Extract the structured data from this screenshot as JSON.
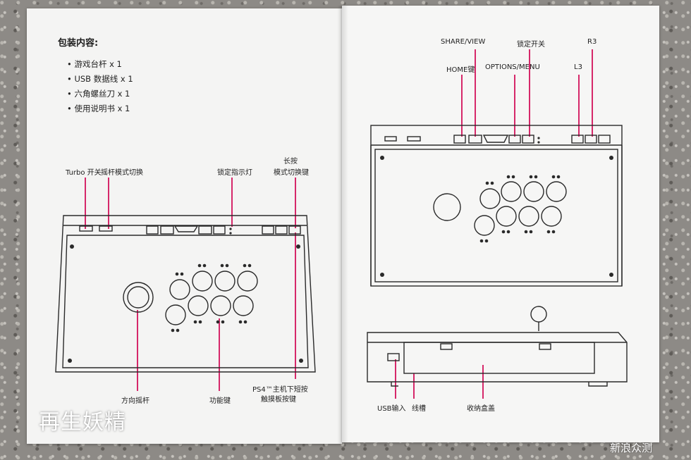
{
  "package": {
    "title": "包装内容:",
    "items": [
      "• 游戏台杆 x 1",
      "• USB 数据线 x 1",
      "• 六角螺丝刀 x 1",
      "• 使用说明书 x 1"
    ]
  },
  "left_labels": {
    "turbo": "Turbo 开关",
    "stick_mode": "摇杆模式切换",
    "lock_light": "锁定指示灯",
    "long_press": "长按",
    "mode_switch": "模式切换键",
    "joystick": "方向摇杆",
    "function_keys": "功能键",
    "ps4_line1": "PS4™主机下短按",
    "ps4_line2": "触摸板按键"
  },
  "right_labels": {
    "share_view": "SHARE/VIEW",
    "lock_switch": "锁定开关",
    "r3": "R3",
    "home": "HOME键",
    "options_menu": "OPTIONS/MENU",
    "l3": "L3",
    "usb_input": "USB输入",
    "cable_slot": "线槽",
    "storage_cover": "收纳盒盖"
  },
  "watermark": "再生妖精",
  "source_logo": "新浪众测",
  "colors": {
    "callout": "#d6286a",
    "ink": "#2a2a2a",
    "paper": "#f4f4f3"
  }
}
